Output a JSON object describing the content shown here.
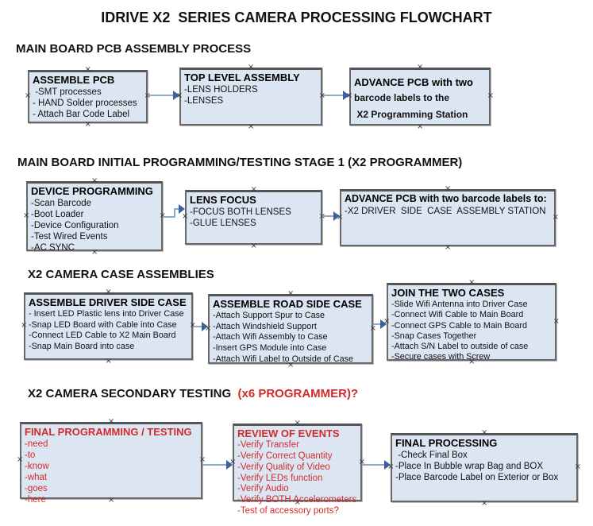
{
  "title": "IDRIVE X2  SERIES CAMERA PROCESSING FLOWCHART",
  "glyphs": {
    "connector": "×"
  },
  "colors": {
    "box_fill": "#dce6f2",
    "box_border": "#686868",
    "arrow_line": "#90a9c9",
    "arrow_head": "#3c5f9e",
    "red_text": "#d22b2b",
    "black_text": "#111111"
  },
  "sections": [
    {
      "header": "MAIN BOARD PCB ASSEMBLY PROCESS",
      "boxes": [
        {
          "title": "ASSEMBLE PCB",
          "lines": [
            " -SMT processes",
            "- HAND Solder processes",
            "- Attach Bar Code Label"
          ]
        },
        {
          "title": "TOP LEVEL ASSEMBLY",
          "lines": [
            "-LENS HOLDERS",
            "-LENSES"
          ]
        },
        {
          "title": "ADVANCE PCB with two",
          "lines": [
            "barcode labels to the",
            " X2 Programming Station"
          ]
        }
      ]
    },
    {
      "header": "MAIN BOARD INITIAL PROGRAMMING/TESTING STAGE 1 (X2 PROGRAMMER)",
      "boxes": [
        {
          "title": "DEVICE PROGRAMMING",
          "lines": [
            "-Scan Barcode",
            "-Boot Loader",
            "-Device Configuration",
            "-Test Wired Events",
            "-AC SYNC"
          ]
        },
        {
          "title": "LENS FOCUS",
          "lines": [
            "-FOCUS BOTH LENSES",
            "-GLUE LENSES"
          ]
        },
        {
          "title": "ADVANCE PCB with two barcode labels to:",
          "lines": [
            "-X2 DRIVER  SIDE  CASE  ASSEMBLY STATION"
          ]
        }
      ]
    },
    {
      "header": "X2 CAMERA CASE ASSEMBLIES",
      "boxes": [
        {
          "title": "ASSEMBLE DRIVER SIDE CASE",
          "lines": [
            "- Insert LED Plastic lens into Driver Case",
            "-Snap LED Board with Cable into Case",
            "-Connect LED Cable to X2 Main Board",
            "-Snap Main Board into case"
          ]
        },
        {
          "title": "ASSEMBLE ROAD SIDE CASE",
          "lines": [
            "-Attach Support Spur to Case",
            "-Attach Windshield Support",
            "-Attach Wifi Assembly to Case",
            "-Insert GPS Module into Case",
            "-Attach Wifi Label to Outside of Case"
          ]
        },
        {
          "title": "JOIN THE TWO CASES",
          "lines": [
            "-Slide Wifi Antenna into Driver Case",
            "-Connect Wifi Cable to Main Board",
            "-Connect GPS Cable to Main Board",
            "-Snap Cases Together",
            "-Attach S/N Label to outside of case",
            "-Secure cases with Screw"
          ]
        }
      ]
    },
    {
      "header_black": "X2 CAMERA SECONDARY TESTING  ",
      "header_red": "(x6 PROGRAMMER)?",
      "boxes": [
        {
          "title": "FINAL PROGRAMMING / TESTING",
          "lines": [
            "-need",
            "-to",
            "-know",
            "-what",
            "-goes",
            "-here"
          ]
        },
        {
          "title": "REVIEW OF EVENTS",
          "lines": [
            "-Verify Transfer",
            "-Verify Correct Quantity",
            "-Verify Quality of Video",
            "-Verify LEDs function",
            "-Verify Audio",
            "-Verify BOTH Accelerometers",
            "-Test of accessory ports?"
          ]
        },
        {
          "title": "FINAL PROCESSING",
          "lines": [
            " -Check Final Box",
            "-Place In Bubble wrap Bag and BOX",
            "-Place Barcode Label on Exterior or Box"
          ]
        }
      ]
    }
  ]
}
